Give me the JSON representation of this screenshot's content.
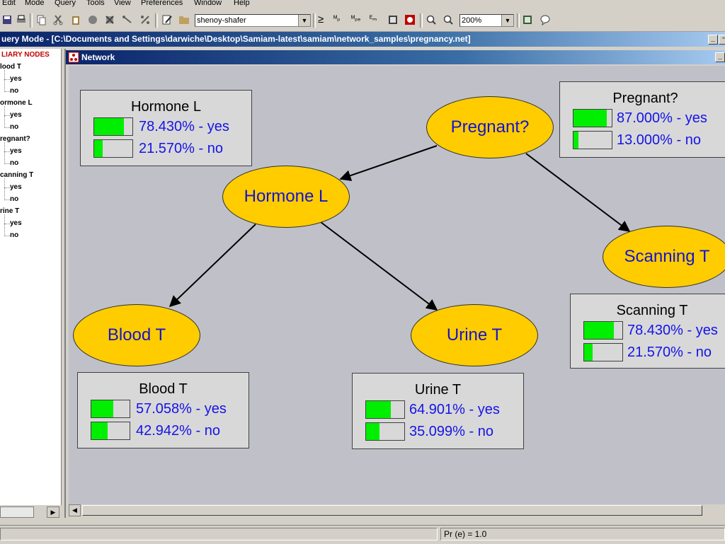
{
  "menu": {
    "items": [
      "Edit",
      "Mode",
      "Query",
      "Tools",
      "View",
      "Preferences",
      "Window",
      "Help"
    ]
  },
  "toolbar": {
    "algorithm": "shenoy-shafer",
    "zoom": "200%",
    "icon_names": [
      "save-icon",
      "copy-icon",
      "cut-icon",
      "node-icon",
      "edge-icon",
      "delete-icon",
      "compile-icon",
      "percent-icon",
      "edit-icon",
      "open-icon"
    ],
    "glyphs": {
      "ge": "≥",
      "mp": "ᴹₚ",
      "mpe": "ᴹₚₑ",
      "em": "ᴱₘ"
    }
  },
  "window": {
    "title": "uery Mode - [C:\\Documents and Settings\\darwiche\\Desktop\\Samiam-latest\\samiam\\network_samples\\pregnancy.net]"
  },
  "network_window": {
    "title": "Network"
  },
  "tree": {
    "header": "LIARY NODES",
    "nodes": [
      {
        "name": "lood T",
        "states": [
          "yes",
          "no"
        ]
      },
      {
        "name": "ormone L",
        "states": [
          "yes",
          "no"
        ]
      },
      {
        "name": "regnant?",
        "states": [
          "yes",
          "no"
        ]
      },
      {
        "name": "canning T",
        "states": [
          "yes",
          "no"
        ]
      },
      {
        "name": "rine T",
        "states": [
          "yes",
          "no"
        ]
      }
    ]
  },
  "graph": {
    "nodes": {
      "pregnant": {
        "label": "Pregnant?"
      },
      "hormone": {
        "label": "Hormone L"
      },
      "scanning": {
        "label": "Scanning T"
      },
      "blood": {
        "label": "Blood T"
      },
      "urine": {
        "label": "Urine T"
      }
    },
    "monitors": {
      "hormone": {
        "title": "Hormone L",
        "rows": [
          {
            "text": "78.430% - yes",
            "fraction": 0.7843
          },
          {
            "text": "21.570% - no",
            "fraction": 0.2157
          }
        ]
      },
      "pregnant": {
        "title": "Pregnant?",
        "rows": [
          {
            "text": "87.000% - yes",
            "fraction": 0.87
          },
          {
            "text": "13.000% - no",
            "fraction": 0.13
          }
        ]
      },
      "scanning": {
        "title": "Scanning T",
        "rows": [
          {
            "text": "78.430% - yes",
            "fraction": 0.7843
          },
          {
            "text": "21.570% - no",
            "fraction": 0.2157
          }
        ]
      },
      "blood": {
        "title": "Blood T",
        "rows": [
          {
            "text": "57.058% - yes",
            "fraction": 0.57058
          },
          {
            "text": "42.942% - no",
            "fraction": 0.42942
          }
        ]
      },
      "urine": {
        "title": "Urine T",
        "rows": [
          {
            "text": "64.901% - yes",
            "fraction": 0.64901
          },
          {
            "text": "35.099% - no",
            "fraction": 0.35099
          }
        ]
      }
    }
  },
  "status": {
    "evidence": "Pr (e) = 1.0"
  },
  "colors": {
    "node_fill": "#ffcc00",
    "bar_fill": "#00ee00",
    "value_text": "#1414e6",
    "canvas": "#c0c0c8"
  }
}
